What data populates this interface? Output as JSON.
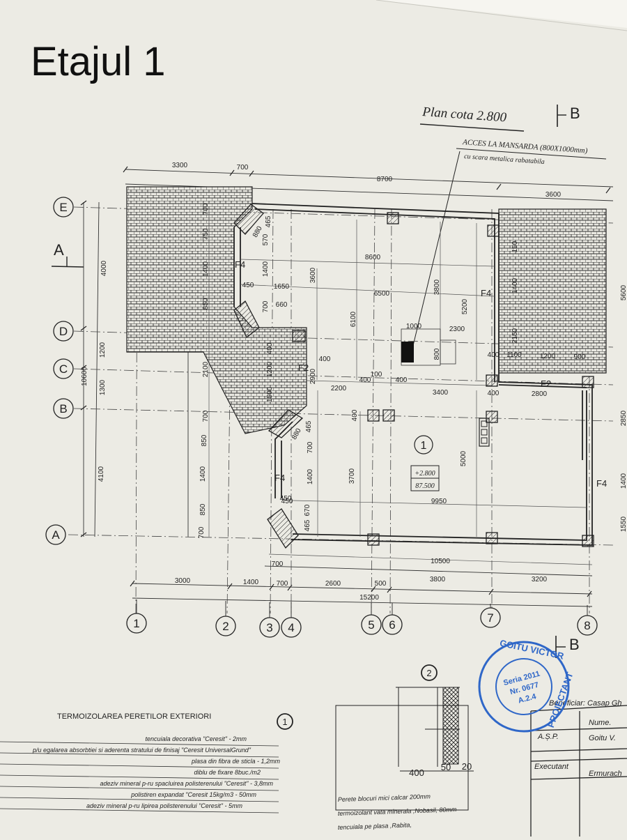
{
  "header": {
    "title": "Etajul 1"
  },
  "plan": {
    "title": "Plan  cota 2.800",
    "section_b": "B",
    "section_a": "A",
    "access_note": "ACCES LA MANSARDA (800X1000mm)",
    "access_sub": "cu scara metalica rabatabila",
    "room_number": "1",
    "level_1": "+2.800",
    "level_2": "87.500",
    "window_labels": [
      "F4",
      "F2",
      "F4",
      "F4",
      "F2",
      "F4"
    ],
    "grid_letters": [
      "E",
      "D",
      "C",
      "B",
      "A"
    ],
    "grid_numbers": [
      "1",
      "2",
      "3",
      "4",
      "5",
      "6",
      "7",
      "8"
    ],
    "top_dims": [
      "3300",
      "700",
      "8700",
      "3600"
    ],
    "left_dims": [
      "4000",
      "1200",
      "1300",
      "4100",
      "10600"
    ],
    "left_inner_dims": [
      "700",
      "750",
      "1400",
      "850",
      "2100",
      "700",
      "850",
      "1400",
      "850",
      "700"
    ],
    "interior_dims": [
      "8600",
      "6500",
      "1650",
      "450",
      "660",
      "3600",
      "6100",
      "3800",
      "5200",
      "1000",
      "2300",
      "800",
      "400",
      "2900",
      "2200",
      "400",
      "100",
      "400",
      "3400",
      "2800",
      "400",
      "3700",
      "5000",
      "1400",
      "700",
      "9950",
      "1400",
      "450",
      "670",
      "465",
      "700",
      "880",
      "570",
      "465",
      "450",
      "880",
      "465",
      "1100",
      "1200",
      "900",
      "400",
      "1500",
      "1200",
      "400",
      "400"
    ],
    "right_dims": [
      "5600",
      "2850",
      "1400",
      "1550",
      "150",
      "1400",
      "2150"
    ],
    "bottom_dims": [
      "700",
      "10500",
      "3000",
      "1400",
      "700",
      "2600",
      "500",
      "3800",
      "3200",
      "15200"
    ]
  },
  "detail": {
    "marker": "2",
    "dims": [
      "400",
      "50",
      "20"
    ],
    "notes": [
      "Perete blocuri mici calcar 200mm",
      "termoizolant vata minerala ,Nobasil, 80mm",
      "tencuiala pe plasa ,Rabita,"
    ]
  },
  "insulation": {
    "title": "TERMOIZOLAREA PERETILOR EXTERIORI",
    "marker": "1",
    "layers": [
      "tencuiala decorativa \"Ceresit\"  - 2mm",
      "p/u egalarea absorbtiei si aderenta stratului de finisaj \"Ceresit UniversalGrund\"",
      "plasa din fibra de sticla  - 1,2mm",
      "diblu de fixare 8buc./m2",
      "adeziv mineral p-ru spacluirea polisterenului \"Ceresit\"  - 3,8mm",
      "polistiren expandat \"Ceresit 15kg/m3          - 50mm",
      "adeziv mineral p-ru lipirea polisterenului \"Ceresit\"   - 5mm"
    ]
  },
  "stamp": {
    "top": "GOITU VICTOR",
    "bottom": "PROIECTANT",
    "center": [
      "Seria 2011",
      "Nr. 0677",
      "A.2.4"
    ]
  },
  "title_block": {
    "beneficiar": "Beneficiar: Casap Gh",
    "nume": "Nume.",
    "asp": "A.Ș.P.",
    "asp_name": "Goitu V.",
    "executant": "Executant",
    "executant_name": "Ermurach"
  },
  "colors": {
    "paper": "#ecebe4",
    "ink": "#2a2a2a",
    "stamp": "#2f67c8"
  }
}
